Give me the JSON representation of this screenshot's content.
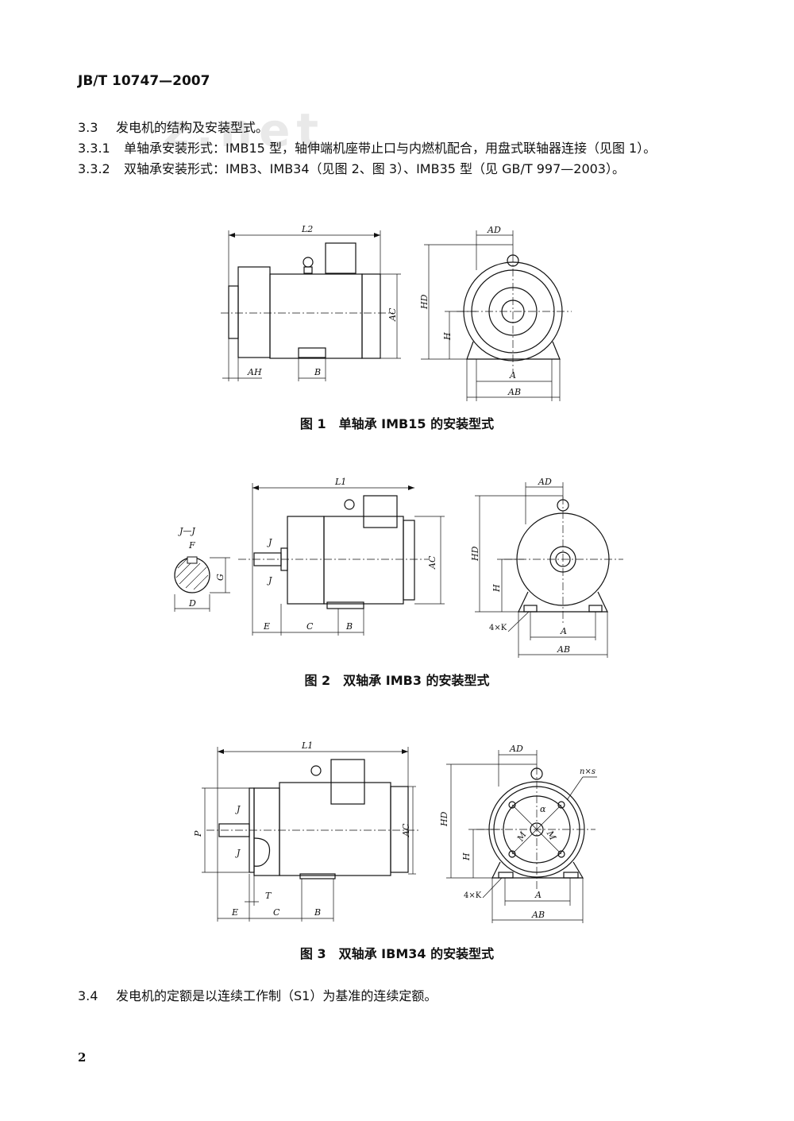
{
  "header": {
    "standard_code": "JB/T 10747—2007"
  },
  "watermark": "z.net",
  "sections": [
    {
      "num": "3.3",
      "text": "发电机的结构及安装型式。"
    },
    {
      "num": "3.3.1",
      "text": "单轴承安装形式：IMB15 型，轴伸端机座带止口与内燃机配合，用盘式联轴器连接（见图 1）。"
    },
    {
      "num": "3.3.2",
      "text": "双轴承安装形式：IMB3、IMB34（见图 2、图 3）、IMB35 型（见 GB/T 997—2003）。"
    }
  ],
  "figures": [
    {
      "caption": "图 1　单轴承 IMB15 的安装型式",
      "labels": {
        "L": "L2",
        "AH": "AH",
        "B": "B",
        "AC": "AC",
        "AD": "AD",
        "HD": "HD",
        "H": "H",
        "A": "A",
        "AB": "AB"
      }
    },
    {
      "caption": "图 2　双轴承 IMB3 的安装型式",
      "labels": {
        "L": "L1",
        "JJ": "J—J",
        "F": "F",
        "G": "G",
        "D": "D",
        "J": "J",
        "E": "E",
        "C": "C",
        "B": "B",
        "AC": "AC",
        "AD": "AD",
        "HD": "HD",
        "H": "H",
        "K": "4×K",
        "A": "A",
        "AB": "AB"
      }
    },
    {
      "caption": "图 3　双轴承 IBM34 的安装型式",
      "labels": {
        "L": "L1",
        "P": "P",
        "J": "J",
        "T": "T",
        "E": "E",
        "C": "C",
        "B": "B",
        "AC": "AC",
        "AD": "AD",
        "HD": "HD",
        "H": "H",
        "K": "4×K",
        "A": "A",
        "AB": "AB",
        "ns": "n×s",
        "alpha": "α",
        "M": "M"
      }
    }
  ],
  "footer_section": {
    "num": "3.4",
    "text": "发电机的定额是以连续工作制（S1）为基准的连续定额。"
  },
  "page_number": "2"
}
